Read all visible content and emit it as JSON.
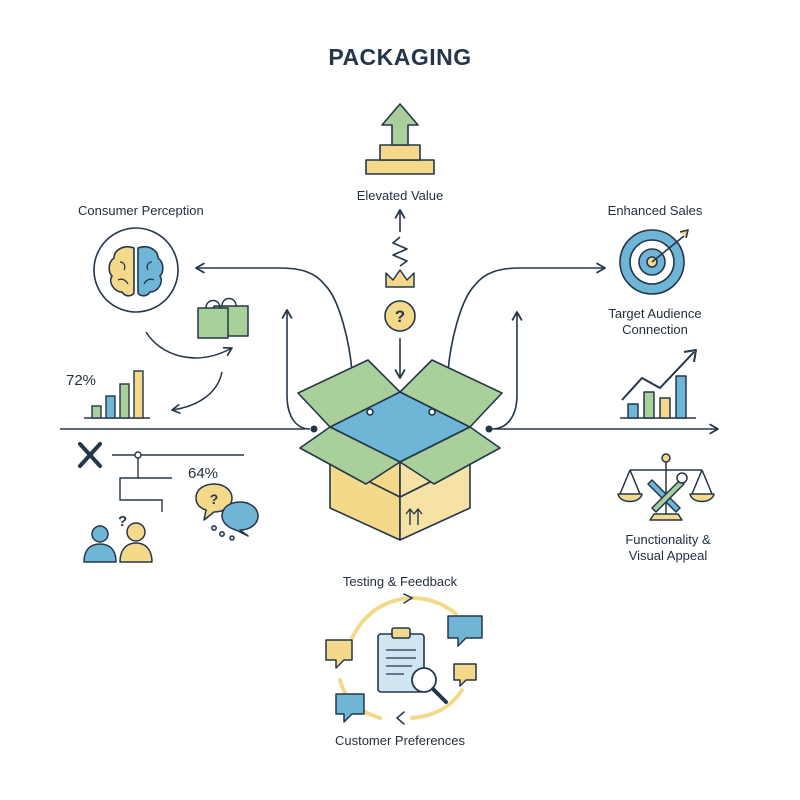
{
  "title": "PACKAGING",
  "labels": {
    "elevated_value": "Elevated Value",
    "consumer_perception": "Consumer Perception",
    "enhanced_sales": "Enhanced Sales",
    "target_audience_line1": "Target Audience",
    "target_audience_line2": "Connection",
    "functionality_line1": "Functionality &",
    "functionality_line2": "Visual Appeal",
    "testing_feedback": "Testing & Feedback",
    "customer_preferences": "Customer Preferences"
  },
  "stats": {
    "perception_percent": "72%",
    "feedback_percent": "64%"
  },
  "colors": {
    "ink": "#24364a",
    "green": "#a9cf9b",
    "blue": "#6fb6d6",
    "yellow": "#f5d98b",
    "light_blue": "#cfe6f2"
  },
  "icons": [
    "up-arrow-icon",
    "spring-icon",
    "crown-icon",
    "question-icon",
    "brain-icon",
    "shopping-bag-icon",
    "bar-chart-icon",
    "target-icon",
    "growth-chart-icon",
    "close-icon",
    "people-icon",
    "speech-bubble-icon",
    "balance-scale-icon",
    "tools-icon",
    "clipboard-icon",
    "magnifier-icon",
    "cycle-arrows-icon",
    "open-box-icon"
  ]
}
